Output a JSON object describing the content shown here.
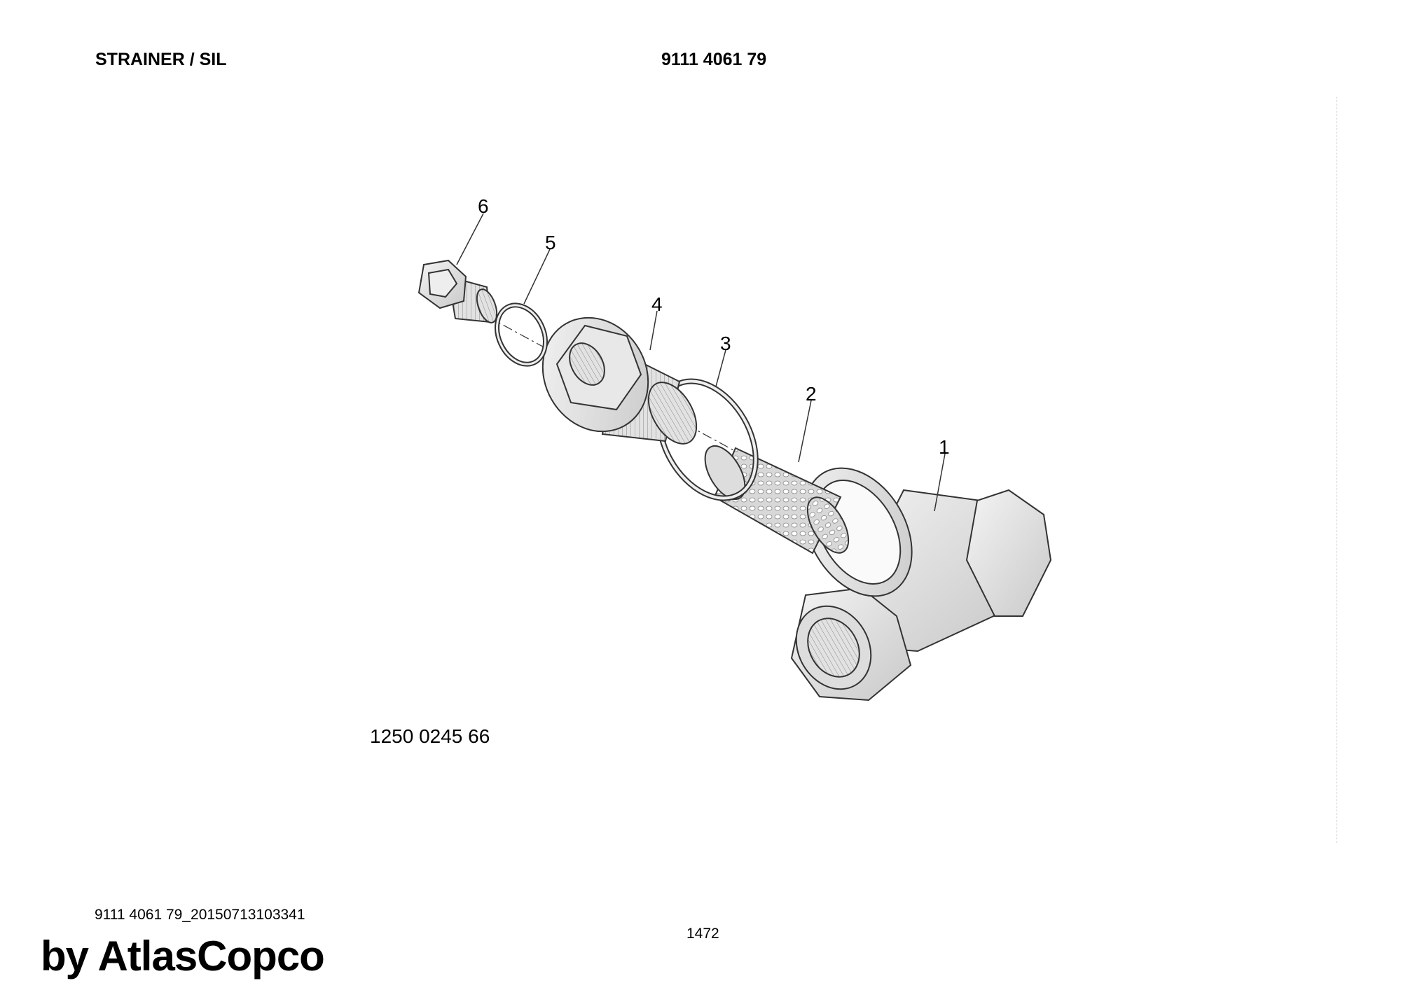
{
  "header": {
    "title": "STRAINER / SIL",
    "part_number": "9111 4061 79"
  },
  "drawing": {
    "drawing_number": "1250 0245 66",
    "callouts": [
      "1",
      "2",
      "3",
      "4",
      "5",
      "6"
    ]
  },
  "footer": {
    "document_id": "9111 4061 79_20150713103341",
    "page_number": "1472",
    "watermark": "by AtlasCopco"
  }
}
